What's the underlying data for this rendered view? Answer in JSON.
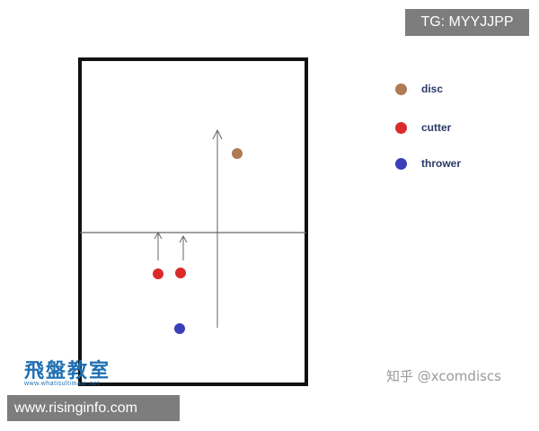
{
  "legend": [
    {
      "label": "disc",
      "color": "#b07a55"
    },
    {
      "label": "cutter",
      "color": "#d92b2b"
    },
    {
      "label": "thrower",
      "color": "#3a3fb8"
    }
  ],
  "field": {
    "players": [
      {
        "role": "disc",
        "color": "#b07a55"
      },
      {
        "role": "cutter",
        "color": "#d92b2b"
      },
      {
        "role": "cutter",
        "color": "#d92b2b"
      },
      {
        "role": "thrower",
        "color": "#3a3fb8"
      }
    ]
  },
  "watermarks": {
    "tg": "TG: MYYJJPP",
    "url": "www.risinginfo.com",
    "zhihu": "知乎 @xcomdiscs",
    "logo_cn": "飛盤教室",
    "logo_en": "www.whatisultimate.net"
  }
}
